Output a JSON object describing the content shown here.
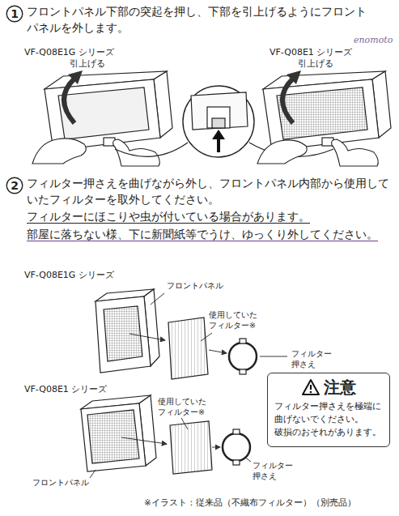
{
  "diagram": {
    "nodes": [
      {
        "text": [
          "1"
        ]
      },
      {
        "text": [
          "2"
        ]
      },
      {
        "text": [
          "注意",
          "フィルター押さえを極端に 曲げないでください。 破損のおそれがあります。"
        ]
      }
    ],
    "labels": [
      "フロントパネル下部の突起を押し、下部を引上げるようにフロント パネルを外します。",
      "enomoto",
      "VF-Q08E1G シリーズ",
      "VF-Q08E1 シリーズ",
      "引上げる",
      "引上げる",
      "フィルター押さえを曲げながら外し、フロントパネル内部から使用して いたフィルターを取外してください。",
      "フィルターにほこりや虫が付いている場合があります。",
      "部屋に落ちない様、下に新聞紙等でうけ、ゆっくり外してください。",
      "VF-Q08E1G シリーズ",
      "フロントパネル",
      "使用していた フィルター※",
      "フィルター 押さえ",
      "VF-Q08E1 シリーズ",
      "使用していた フィルター※",
      "フロントパネル",
      "フィルター 押さえ",
      "※イラスト：従来品（不織布フィルター）（別売品）"
    ]
  }
}
